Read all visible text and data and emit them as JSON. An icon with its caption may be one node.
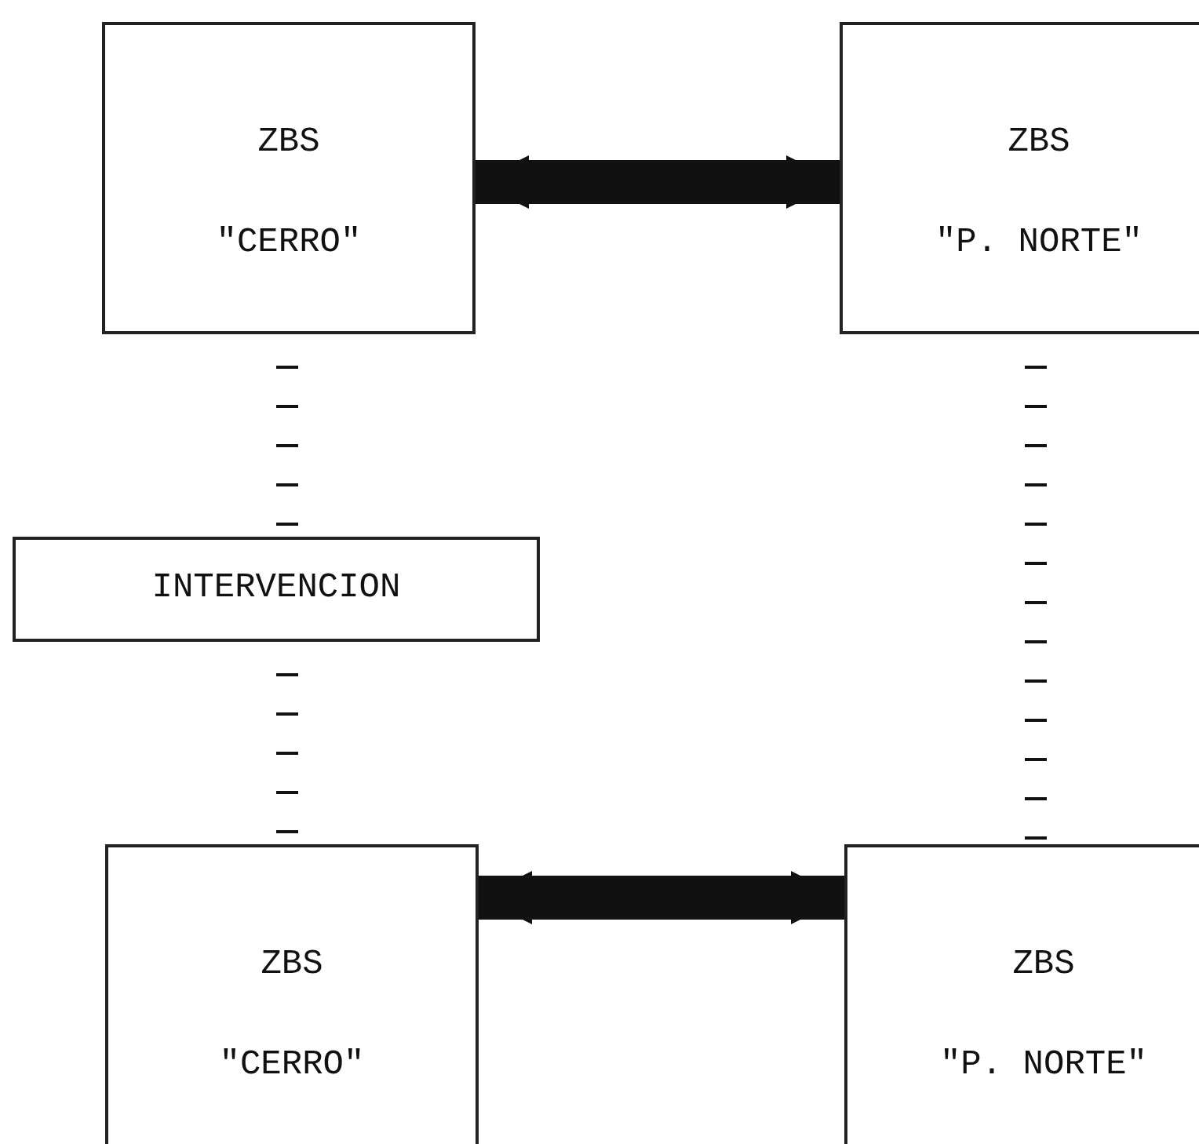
{
  "diagram": {
    "nodes": [
      {
        "text": [
          "ZBS",
          "\"CERRO\""
        ]
      },
      {
        "text": [
          "ZBS",
          "\"P. NORTE\""
        ]
      },
      {
        "text": [
          "INTERVENCION"
        ]
      },
      {
        "text": [
          "ZBS",
          "\"CERRO\""
        ]
      },
      {
        "text": [
          "ZBS",
          "\"P. NORTE\""
        ]
      }
    ],
    "edges": [
      {
        "from": 0,
        "to": 1,
        "arrow": "both",
        "style": "thick"
      },
      {
        "from": 0,
        "to": 2,
        "arrow": "none",
        "style": "dashed"
      },
      {
        "from": 1,
        "to": 4,
        "arrow": "none",
        "style": "dashed"
      },
      {
        "from": 2,
        "to": 3,
        "arrow": "none",
        "style": "dashed"
      },
      {
        "from": 3,
        "to": 4,
        "arrow": "both",
        "style": "thick"
      }
    ]
  }
}
